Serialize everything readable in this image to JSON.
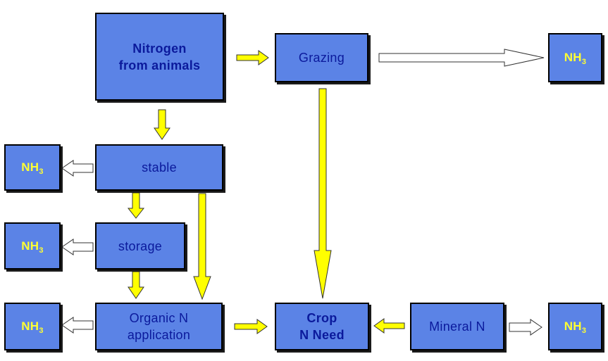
{
  "diagram": {
    "colors": {
      "box_fill": "#5b83e6",
      "box_text": "#0b1a9c",
      "nh3_text": "#ffff33",
      "arrow_yellow": "#ffff00",
      "arrow_white": "#ffffff",
      "outline": "#000000"
    },
    "nodes": {
      "animals": {
        "line1": "Nitrogen",
        "line2": "from animals"
      },
      "grazing": {
        "label": "Grazing"
      },
      "stable": {
        "label": "stable"
      },
      "storage": {
        "label": "storage"
      },
      "organic": {
        "line1": "Organic N",
        "line2": "application"
      },
      "crop": {
        "line1": "Crop",
        "line2": "N Need"
      },
      "mineral": {
        "label": "Mineral N"
      },
      "nh3": {
        "main": "NH",
        "sub": "3"
      }
    },
    "edges": [
      {
        "from": "animals",
        "to": "grazing",
        "kind": "nitrogen flow"
      },
      {
        "from": "animals",
        "to": "stable",
        "kind": "nitrogen flow"
      },
      {
        "from": "grazing",
        "to": "nh3",
        "kind": "ammonia emission"
      },
      {
        "from": "grazing",
        "to": "crop",
        "kind": "nitrogen flow"
      },
      {
        "from": "stable",
        "to": "nh3",
        "kind": "ammonia emission"
      },
      {
        "from": "stable",
        "to": "storage",
        "kind": "nitrogen flow"
      },
      {
        "from": "stable",
        "to": "organic",
        "kind": "nitrogen flow"
      },
      {
        "from": "storage",
        "to": "nh3",
        "kind": "ammonia emission"
      },
      {
        "from": "storage",
        "to": "organic",
        "kind": "nitrogen flow"
      },
      {
        "from": "organic",
        "to": "nh3",
        "kind": "ammonia emission"
      },
      {
        "from": "organic",
        "to": "crop",
        "kind": "nitrogen flow"
      },
      {
        "from": "mineral",
        "to": "crop",
        "kind": "nitrogen flow"
      },
      {
        "from": "mineral",
        "to": "nh3",
        "kind": "ammonia emission"
      }
    ]
  }
}
